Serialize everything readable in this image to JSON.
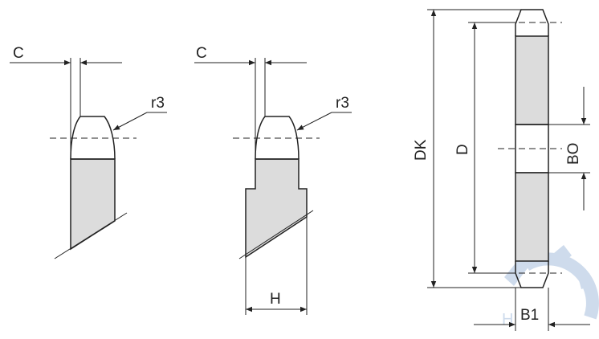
{
  "colors": {
    "line": "#222222",
    "fill_section": "#dcdcdc",
    "watermark": "#c9d8ea"
  },
  "labels": {
    "c_left": "C",
    "r3_left": "r3",
    "c_mid": "C",
    "r3_mid": "r3",
    "h": "H",
    "dk": "DK",
    "d": "D",
    "bo": "BO",
    "b1": "B1"
  },
  "watermark": {
    "icon": "gear-logo-icon"
  }
}
